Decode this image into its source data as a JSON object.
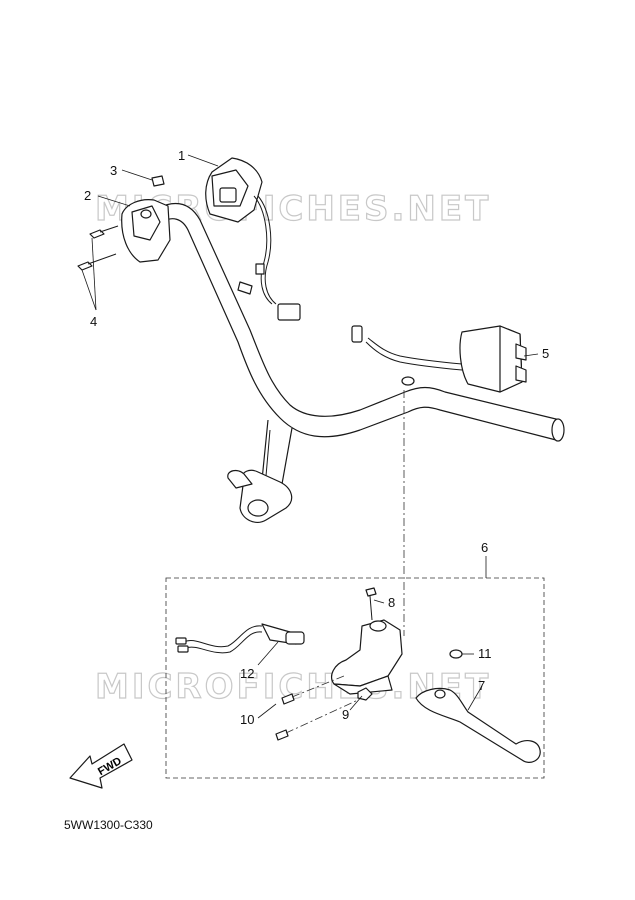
{
  "diagram": {
    "code": "5WW1300-C330",
    "watermark": "MICROFICHES.NET",
    "fwd_label": "FWD"
  },
  "callouts": [
    "1",
    "2",
    "3",
    "4",
    "5",
    "6",
    "7",
    "8",
    "9",
    "10",
    "11",
    "12"
  ],
  "colors": {
    "line": "#1a1a1a",
    "watermark": "#c8c8c8",
    "background": "#ffffff"
  }
}
